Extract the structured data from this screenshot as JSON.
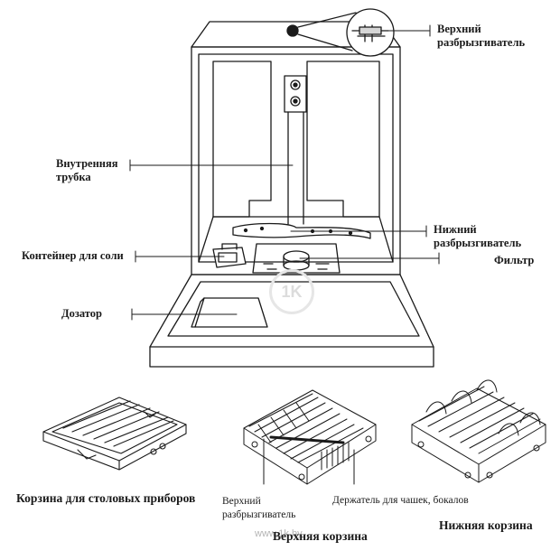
{
  "labels": {
    "upper_sprayer": [
      "Верхний",
      "разбрызгиватель"
    ],
    "inner_tube": [
      "Внутренняя",
      "трубка"
    ],
    "salt_container": "Контейнер для соли",
    "lower_sprayer": [
      "Нижний",
      "разбрызгиватель"
    ],
    "filter": "Фильтр",
    "dispenser": "Дозатор",
    "cutlery_basket": "Корзина для столовых приборов",
    "upper_sprayer_basket": [
      "Верхний",
      "разбрызгиватель"
    ],
    "cup_holder": "Держатель для чашек, бокалов",
    "lower_basket": "Нижняя корзина",
    "upper_basket": "Верхняя корзина"
  },
  "watermark": {
    "text": "www.1k.by",
    "badge": "1K"
  },
  "colors": {
    "line": "#1a1a1a",
    "fill_gray": "#d6d6d6",
    "watermark": "#b5b5b5"
  }
}
